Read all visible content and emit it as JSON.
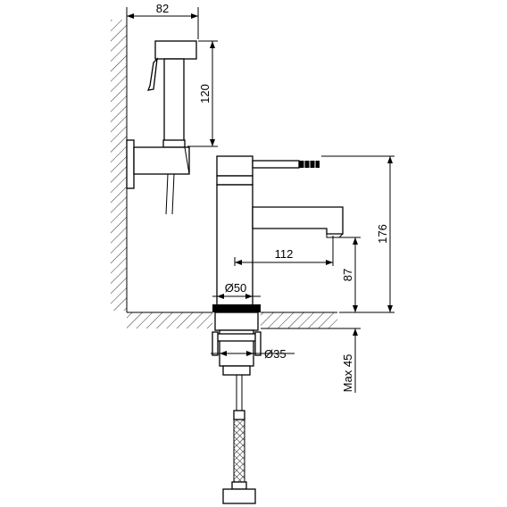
{
  "drawing": {
    "dimensions": {
      "width_82": "82",
      "height_120": "120",
      "height_176": "176",
      "reach_112": "112",
      "height_87": "87",
      "diameter_50": "Ø50",
      "diameter_35": "Ø35",
      "max_45": "Max 45"
    }
  }
}
